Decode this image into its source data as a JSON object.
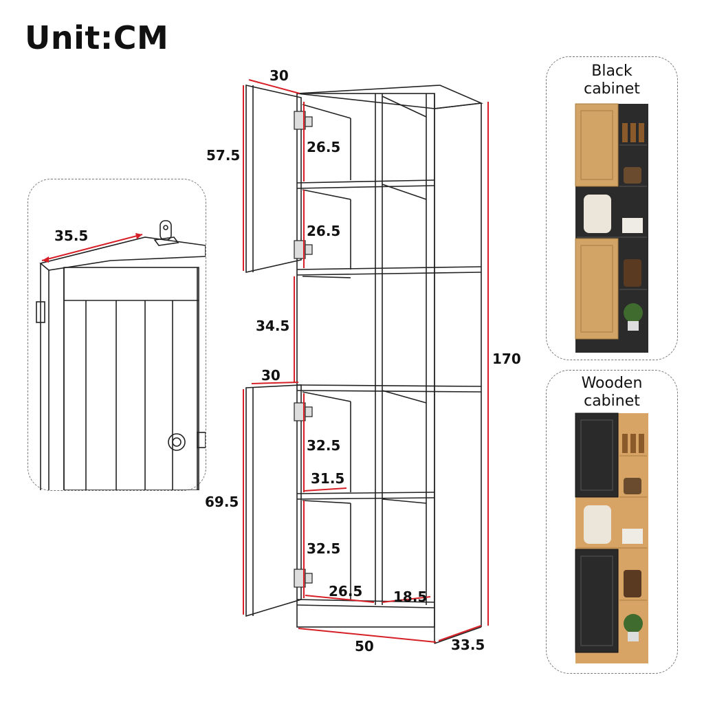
{
  "title": "Unit:CM",
  "detail": {
    "depth_label": "35.5"
  },
  "dimensions": {
    "top_door_width": "30",
    "top_door_height": "57.5",
    "upper_shelf_1": "26.5",
    "upper_shelf_2": "26.5",
    "middle_height": "34.5",
    "bottom_door_width": "30",
    "lower_shelf_1": "32.5",
    "inner_width": "31.5",
    "bottom_door_height": "69.5",
    "lower_shelf_2": "32.5",
    "bottom_inner_left": "26.5",
    "bottom_inner_right": "18.5",
    "total_height": "170",
    "total_width": "50",
    "total_depth": "33.5"
  },
  "variants": [
    {
      "label_line1": "Black",
      "label_line2": "cabinet",
      "body_color": "#2b2b2b",
      "door_color": "#d2a567"
    },
    {
      "label_line1": "Wooden",
      "label_line2": "cabinet",
      "body_color": "#d7a466",
      "door_color": "#2a2a2a"
    }
  ],
  "colors": {
    "dimension_line": "#d61f26",
    "outline": "#222222"
  }
}
